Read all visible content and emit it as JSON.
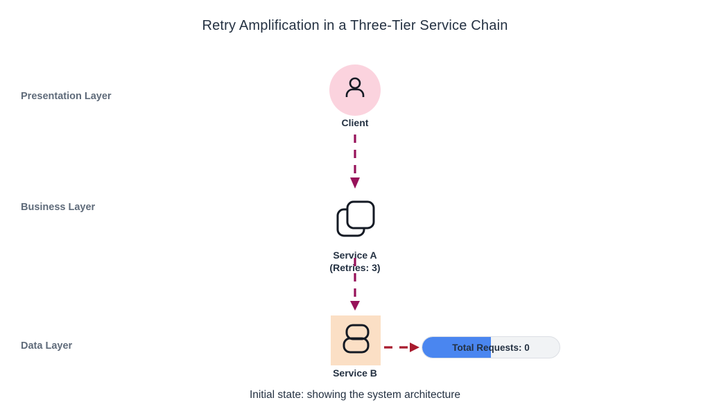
{
  "title": "Retry Amplification in a Three-Tier Service Chain",
  "caption": "Initial state: showing the system architecture",
  "layers": [
    {
      "label": "Presentation Layer"
    },
    {
      "label": "Business Layer"
    },
    {
      "label": "Data Layer"
    }
  ],
  "nodes": {
    "client": {
      "label": "Client",
      "icon": "user-icon",
      "bg_color": "#fbd3de"
    },
    "service_a": {
      "label": "Service A",
      "sublabel": "(Retries: 3)",
      "icon": "copy-squares-icon"
    },
    "service_b": {
      "label": "Service B",
      "icon": "database-icon",
      "bg_color": "#fbdfc5"
    }
  },
  "counter": {
    "label": "Total Requests: 0",
    "fill_percent": 50,
    "fill_color": "#4a86f0",
    "track_color": "#f1f3f5"
  },
  "colors": {
    "title_text": "#243142",
    "layer_label_text": "#5f6b7a",
    "node_label_text": "#243142",
    "vertical_arrow": "#97125a",
    "horizontal_arrow": "#a81b2e",
    "icon_stroke": "#141a24"
  }
}
